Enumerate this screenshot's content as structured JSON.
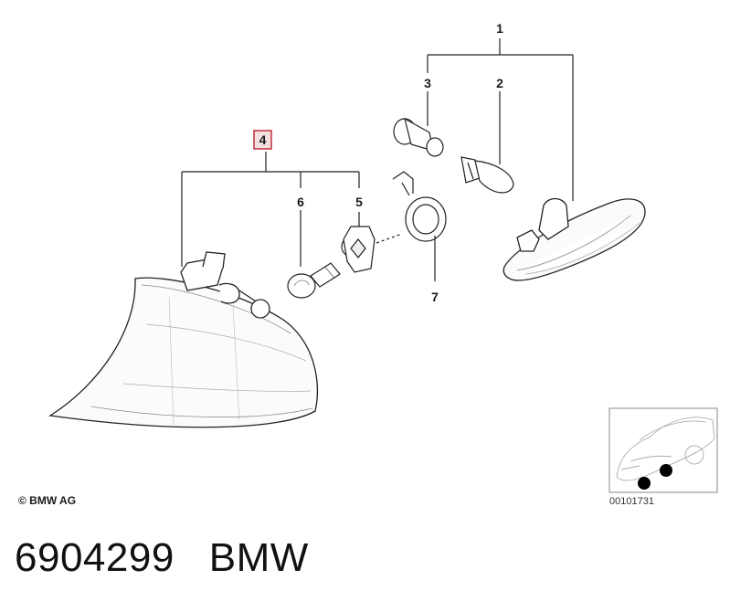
{
  "callouts": {
    "c1": "1",
    "c2": "2",
    "c3": "3",
    "c4": "4",
    "c5": "5",
    "c6": "6",
    "c7": "7"
  },
  "highlight_color": "#c0303a",
  "copyright": "© BMW AG",
  "inset_code": "00101731",
  "footer": {
    "part_number": "6904299",
    "brand": "BMW"
  }
}
